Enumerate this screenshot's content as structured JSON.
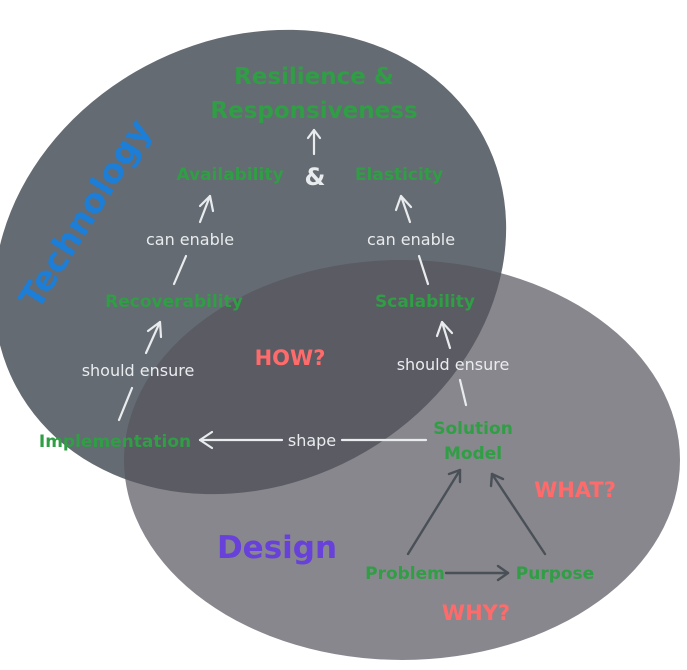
{
  "regions": {
    "technology": "Technology",
    "design": "Design"
  },
  "questions": {
    "how": "HOW?",
    "what": "WHAT?",
    "why": "WHY?"
  },
  "nodes": {
    "resilience_line1": "Resilience &",
    "resilience_line2": "Responsiveness",
    "availability": "Availability",
    "ampersand": "&",
    "elasticity": "Elasticity",
    "recoverability": "Recoverability",
    "scalability": "Scalability",
    "implementation": "Implementation",
    "solution_model_line1": "Solution",
    "solution_model_line2": "Model",
    "problem": "Problem",
    "purpose": "Purpose"
  },
  "edges": {
    "recoverability_to_availability": "can enable",
    "scalability_to_elasticity": "can enable",
    "implementation_to_recoverability": "should ensure",
    "solution_to_scalability": "should ensure",
    "solution_to_implementation": "shape"
  },
  "colors": {
    "technology_region": "#5c636a",
    "design_region": "#6f6c74",
    "node_text": "#2f9e44",
    "edge_text": "#e9ecef",
    "question_text": "#ff6b6b",
    "technology_label": "#1c7ed6",
    "design_label": "#6741d9"
  }
}
